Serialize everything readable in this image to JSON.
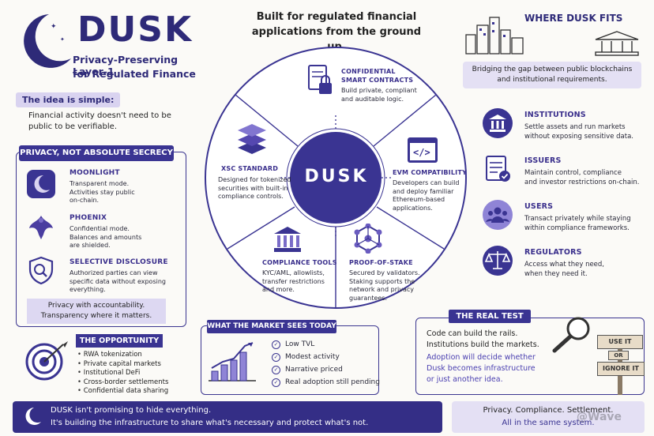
{
  "brand": {
    "title": "DUSK",
    "subtitle_1": "Privacy-Preserving Layer-1",
    "subtitle_2": "for Regulated Finance"
  },
  "headline": {
    "line1": "Built for regulated financial",
    "line2": "applications from the ground up."
  },
  "idea": {
    "tag": "The idea is simple:",
    "line1": "Financial activity doesn't need to be",
    "line2": "public to be verifiable."
  },
  "privacy": {
    "title": "PRIVACY, NOT ABSOLUTE SECRECY",
    "items": [
      {
        "name": "MOONLIGHT",
        "l1": "Transparent mode.",
        "l2": "Activities stay public",
        "l3": "on-chain."
      },
      {
        "name": "PHOENIX",
        "l1": "Confidential mode.",
        "l2": "Balances and amounts",
        "l3": "are shielded."
      },
      {
        "name": "SELECTIVE DISCLOSURE",
        "l1": "Authorized parties can view",
        "l2": "specific data without exposing",
        "l3": "everything."
      }
    ],
    "footer1": "Privacy with accountability.",
    "footer2": "Transparency where it matters."
  },
  "wheel": {
    "center": "DUSK",
    "segments": [
      {
        "t1": "CONFIDENTIAL",
        "t2": "SMART CONTRACTS",
        "d1": "Build private, compliant",
        "d2": "and auditable logic.",
        "d3": "",
        "d4": ""
      },
      {
        "t1": "EVM COMPATIBILITY",
        "t2": "",
        "d1": "Developers can build",
        "d2": "and deploy familiar",
        "d3": "Ethereum-based",
        "d4": "applications."
      },
      {
        "t1": "PROOF-OF-STAKE",
        "t2": "",
        "d1": "Secured by validators.",
        "d2": "Staking supports the",
        "d3": "network and privacy",
        "d4": "guarantees."
      },
      {
        "t1": "COMPLIANCE TOOLS",
        "t2": "",
        "d1": "KYC/AML, allowlists,",
        "d2": "transfer restrictions",
        "d3": "and more.",
        "d4": ""
      },
      {
        "t1": "XSC STANDARD",
        "t2": "",
        "d1": "Designed for tokenized",
        "d2": "securities with built-in",
        "d3": "compliance controls.",
        "d4": ""
      }
    ]
  },
  "fits": {
    "title": "WHERE DUSK FITS",
    "bridge1": "Bridging the gap between public blockchains",
    "bridge2": "and institutional requirements.",
    "items": [
      {
        "name": "INSTITUTIONS",
        "l1": "Settle assets and run markets",
        "l2": "without exposing sensitive data."
      },
      {
        "name": "ISSUERS",
        "l1": "Maintain control, compliance",
        "l2": "and investor restrictions on-chain."
      },
      {
        "name": "USERS",
        "l1": "Transact privately while staying",
        "l2": "within compliance frameworks."
      },
      {
        "name": "REGULATORS",
        "l1": "Access what they need,",
        "l2": "when they need it."
      }
    ]
  },
  "opportunity": {
    "title": "THE OPPORTUNITY",
    "items": [
      "RWA tokenization",
      "Private capital markets",
      "Institutional DeFi",
      "Cross-border settlements",
      "Confidential data sharing"
    ]
  },
  "market": {
    "title": "WHAT THE MARKET SEES TODAY",
    "items": [
      "Low TVL",
      "Modest activity",
      "Narrative priced",
      "Real adoption still pending"
    ]
  },
  "realtest": {
    "title": "THE REAL TEST",
    "l1": "Code can build the rails.",
    "l2": "Institutions build the markets.",
    "h1": "Adoption will decide whether",
    "h2": "Dusk becomes infrastructure",
    "h3": "or just another idea.",
    "sign1": "USE IT",
    "sign2": "OR",
    "sign3": "IGNORE IT"
  },
  "footer": {
    "l1": "DUSK isn't promising to hide everything.",
    "l2": "It's building the infrastructure to share what's necessary and protect what's not.",
    "r1": "Privacy. Compliance. Settlement.",
    "r2": "All in the same system."
  },
  "watermark": "@Wave",
  "colors": {
    "primary": "#3a3492",
    "lavender": "#d9d3f0",
    "ink": "#2e2a78"
  }
}
